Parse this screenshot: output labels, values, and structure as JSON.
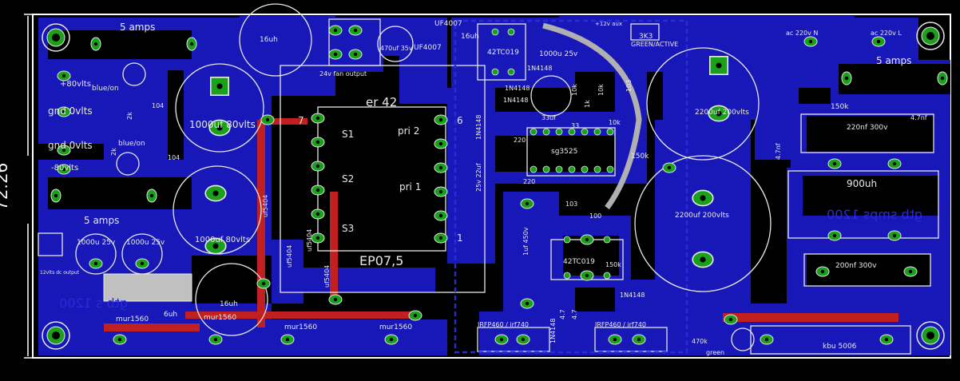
{
  "board": {
    "dimension": "72.26",
    "colors": {
      "background": "#000000",
      "copper_bottom": "#1818b8",
      "copper_top": "#c02020",
      "pad": "#1aa01a",
      "silk": "#e8e8e8",
      "outline": "#ffffff"
    }
  },
  "labels": {
    "amps_top": "5 amps",
    "amps_left": "5 amps",
    "amps_right": "5 amps",
    "plus80": "+80vlts",
    "minus80": "-80vlts",
    "gnd1": "gnd 0vlts",
    "gnd2": "gnd 0vlts",
    "blue_on_1": "blue/on",
    "blue_on_2": "blue/on",
    "cap_1000uf_1": "1000uf 80vlts",
    "cap_1000uf_2": "1000uf 80vlts",
    "cap_1000u_25v_1": "1000u 25v",
    "cap_1000u_25v_2": "1000u 25v",
    "dc12": "12vlts dc output",
    "gtb_left": "gtb s 1200",
    "l16uh_top": "16uh",
    "l16uh_mid": "16uh",
    "l16uh_bottom": "16uh",
    "l6uh": "6uh",
    "mur1": "mur1560",
    "mur2": "mur1560",
    "mur3": "mur1560",
    "mur4": "mur1560",
    "fan": "24v fan output",
    "er42": "er 42",
    "pri2": "pri 2",
    "pri1": "pri 1",
    "s1": "S1",
    "s2": "S2",
    "s3": "S3",
    "ep07": "EP07,5",
    "pin7": "7",
    "pin6": "6",
    "pin1": "1",
    "uf5404_1": "uf5404",
    "uf5404_2": "uf5404",
    "uf5404_3": "uf5404",
    "uf5404_4": "uf5404",
    "uf4007_1": "UF4007",
    "uf4007_2": "UF4007",
    "cap470": "470uf 35v",
    "tc019_top": "42TC019",
    "tc019_bottom": "42TC019",
    "cap1000u25": "1000u 25v",
    "in4148_1": "1N4148",
    "in4148_2": "1N4148",
    "in4148_3": "1N4148",
    "in4148_4": "1N4148",
    "in4148_5": "1N4148",
    "in4148_6": "1N4148",
    "sg3525": "sg3525",
    "r10k_1": "10k",
    "r10k_2": "10k",
    "r10k_3": "10k",
    "r1k": "1k",
    "r33": "33",
    "cap33uf": "33uf",
    "r220_1": "220",
    "r220_2": "220",
    "cap25v": "25v 22uf",
    "r103": "103",
    "r150k_1": "150k",
    "r150k_2": "150k",
    "r150k_3": "150k",
    "r100": "100",
    "r103b": "103",
    "r47_1": "4.7",
    "r47_2": "4.7",
    "cap1uf": "1uf 450v",
    "irfp1": "IRFP460 / irf740",
    "irfp2": "IRFP460 / irf740",
    "r470k": "470k",
    "green": "green",
    "green_active": "GREEN/ACTIVE",
    "vdc12": "+12v aux",
    "r3k3": "3K3",
    "cap2200_1": "2200uf 200vlts",
    "cap2200_2": "2200uf 200vlts",
    "ac_n": "ac 220v N",
    "ac_l": "ac 220v L",
    "cap220nf": "220nf 300v",
    "cap200nf": "200nf 300v",
    "c47nf_1": "4.7nf",
    "c47nf_2": "4.7nf",
    "l900": "900uh",
    "gtb_right": "gtb smps 1200",
    "bridge": "kbu 5006",
    "cap104_1": "104",
    "cap104_2": "104",
    "r2k_1": "2k",
    "r2k_2": "2k",
    "sw": "5 amps"
  }
}
